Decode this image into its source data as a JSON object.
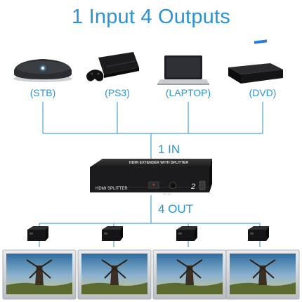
{
  "title": "1 Input 4 Outputs",
  "sources": [
    {
      "label": "(STB)",
      "icon": "set-top-box-icon"
    },
    {
      "label": "(PS3)",
      "icon": "game-console-icon"
    },
    {
      "label": "(LAPTOP)",
      "icon": "laptop-icon"
    },
    {
      "label": "(DVD)",
      "icon": "dvd-player-icon"
    }
  ],
  "input_label": "1 IN",
  "output_label": "4 OUT",
  "device": {
    "top_text": "HDMI EXTENDER WITH SPLITTER",
    "front_text": "HDMI SPLITTER",
    "port_label": "DC 5V",
    "switch_number": "2",
    "icon": "hdmi-splitter-icon"
  },
  "receivers": [
    {
      "icon": "hdmi-receiver-icon"
    },
    {
      "icon": "hdmi-receiver-icon"
    },
    {
      "icon": "hdmi-receiver-icon"
    },
    {
      "icon": "hdmi-receiver-icon"
    }
  ],
  "displays": [
    {
      "icon": "monitor-icon"
    },
    {
      "icon": "monitor-icon"
    },
    {
      "icon": "monitor-icon"
    },
    {
      "icon": "monitor-icon"
    }
  ],
  "colors": {
    "accent": "#2a93d6",
    "line": "#4ba3df",
    "device": "#1f1f1f"
  }
}
